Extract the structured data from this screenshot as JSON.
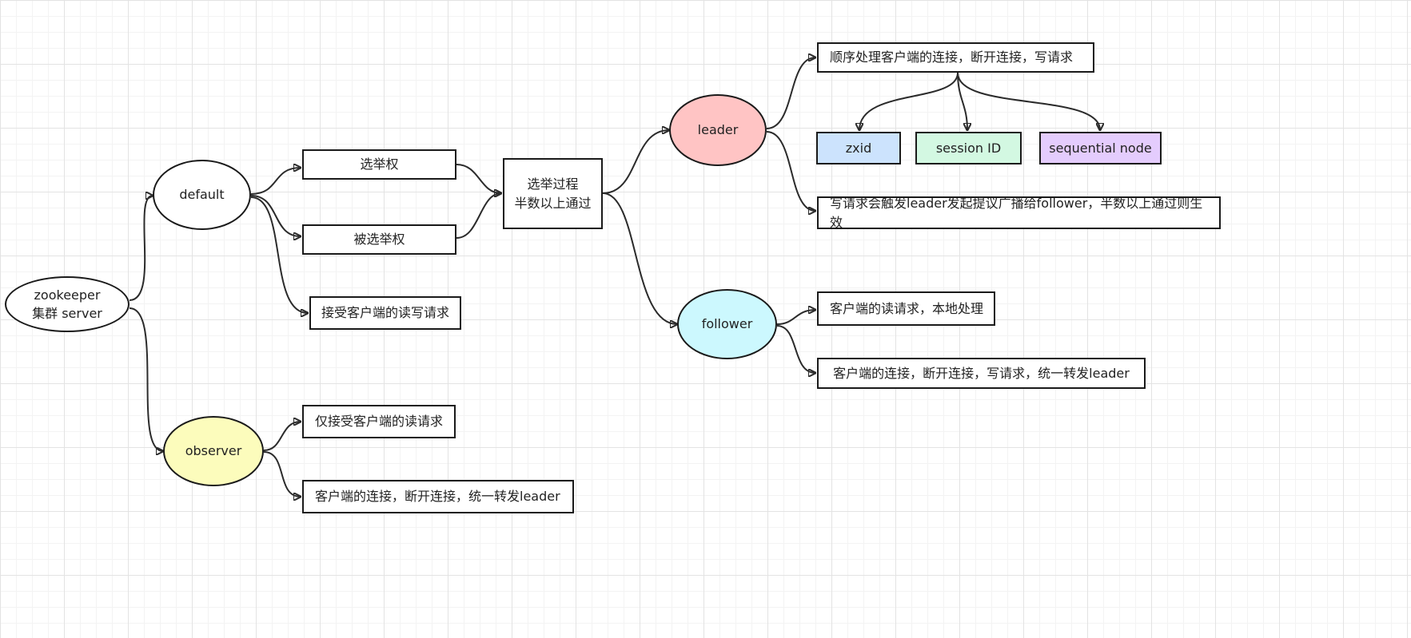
{
  "diagram": {
    "nodes": {
      "zookeeper": {
        "label": "zookeeper\n集群 server"
      },
      "default": {
        "label": "default"
      },
      "observer": {
        "label": "observer",
        "fill": "#fcfcbc"
      },
      "xuanju": {
        "label": "选举权"
      },
      "beixuanju": {
        "label": "被选举权"
      },
      "jieshou": {
        "label": "接受客户端的读写请求"
      },
      "guocheng": {
        "label": "选举过程\n半数以上通过"
      },
      "leader": {
        "label": "leader",
        "fill": "#ffc4c4"
      },
      "follower": {
        "label": "follower",
        "fill": "#ccf8fe"
      },
      "shunxu": {
        "label": "顺序处理客户端的连接，断开连接，写请求"
      },
      "zxid": {
        "label": "zxid",
        "fill": "#cce3fd"
      },
      "session": {
        "label": "session ID",
        "fill": "#d3f8e2"
      },
      "sequential": {
        "label": "sequential node",
        "fill": "#e4ccfd"
      },
      "xieqingqiu": {
        "label": "写请求会触发leader发起提议广播给follower，半数以上通过则生效"
      },
      "dujiqingqiu": {
        "label": "客户端的读请求，本地处理"
      },
      "follower_fwd": {
        "label": "客户端的连接，断开连接，写请求，统一转发leader"
      },
      "observer_read": {
        "label": "仅接受客户端的读请求"
      },
      "observer_fwd": {
        "label": "客户端的连接，断开连接，统一转发leader"
      }
    }
  }
}
